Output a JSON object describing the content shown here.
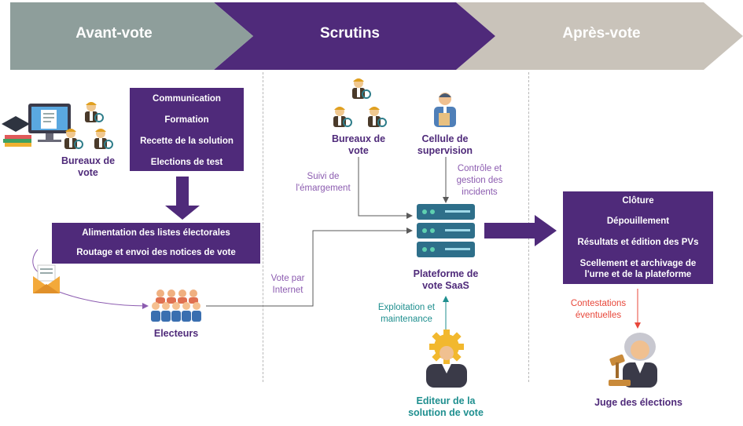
{
  "phases": [
    "Avant-vote",
    "Scrutins",
    "Après-vote"
  ],
  "avant_vote": {
    "bureaux_label": "Bureaux de vote",
    "prep_items": [
      "Communication",
      "Formation",
      "Recette de la solution",
      "Elections de test"
    ],
    "alim_items": [
      "Alimentation des listes électorales",
      "Routage et envoi des notices de vote"
    ],
    "electeurs_label": "Electeurs"
  },
  "scrutins": {
    "bureaux_label": "Bureaux de vote",
    "cellule_label": "Cellule de supervision",
    "suivi_label": "Suivi de l'émargement",
    "controle_label": "Contrôle et gestion des incidents",
    "vote_internet_label": "Vote par Internet",
    "plateforme_label": "Plateforme de vote SaaS",
    "exploitation_label": "Exploitation et maintenance",
    "editeur_label": "Editeur de la solution de vote"
  },
  "apres_vote": {
    "items": [
      "Clôture",
      "Dépouillement",
      "Résultats et édition des PVs",
      "Scellement et archivage de l'urne et de la plateforme"
    ],
    "contestations_label": "Contestations éventuelles",
    "juge_label": "Juge des élections"
  },
  "colors": {
    "purple": "#4f2a7a",
    "gray_chevron": "#8e9e9b",
    "beige_chevron": "#c9c3ba",
    "teal": "#1f8f8f",
    "red": "#e8473a",
    "light_purple": "#8c5cb0"
  }
}
